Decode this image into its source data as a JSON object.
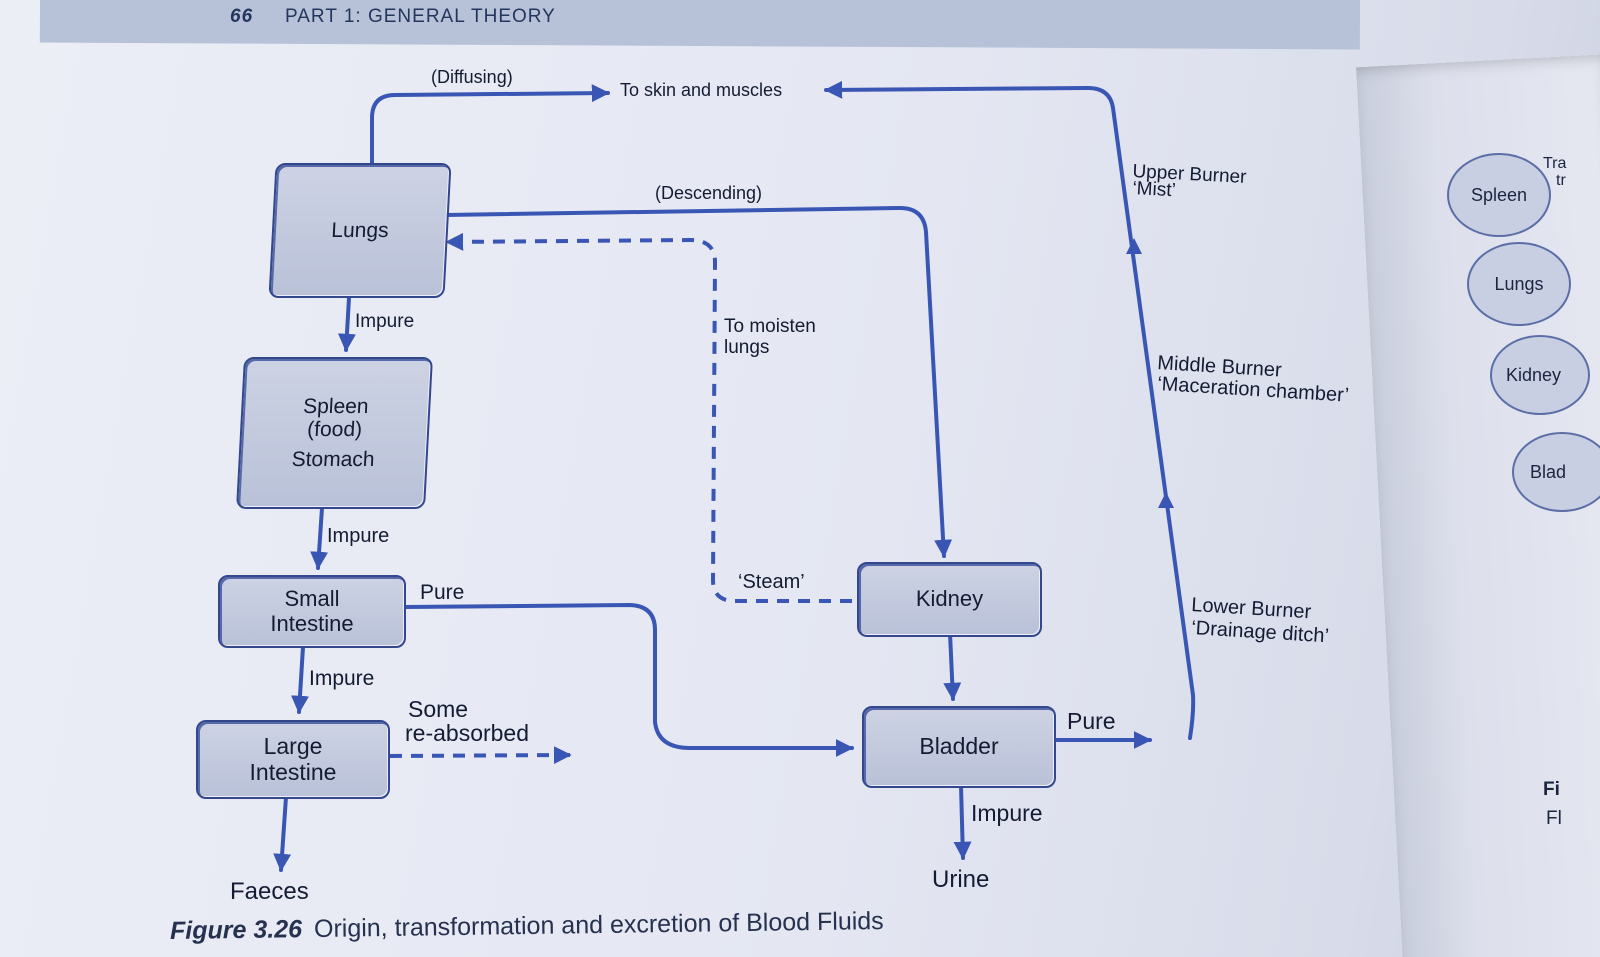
{
  "header": {
    "page_number": "66",
    "title": "PART 1: GENERAL THEORY"
  },
  "boxes": {
    "lungs": "Lungs",
    "spleen_line1": "Spleen",
    "spleen_line2": "(food)",
    "spleen_line3": "Stomach",
    "small_intestine_line1": "Small",
    "small_intestine_line2": "Intestine",
    "large_intestine_line1": "Large",
    "large_intestine_line2": "Intestine",
    "kidney": "Kidney",
    "bladder": "Bladder"
  },
  "labels": {
    "diffusing": "(Diffusing)",
    "to_skin": "To skin and muscles",
    "descending": "(Descending)",
    "upper_burner": "Upper Burner",
    "mist": "‘Mist’",
    "middle_burner": "Middle Burner",
    "maceration": "‘Maceration chamber’",
    "lower_burner": "Lower Burner",
    "drainage": "‘Drainage ditch’",
    "to_moisten_1": "To moisten",
    "to_moisten_2": "lungs",
    "steam": "‘Steam’",
    "impure_1": "Impure",
    "impure_2": "Impure",
    "impure_3": "Impure",
    "impure_4": "Impure",
    "pure_small": "Pure",
    "pure_bladder": "Pure",
    "some": "Some",
    "reabsorbed": "re-absorbed",
    "faeces": "Faeces",
    "urine": "Urine"
  },
  "caption": {
    "figure": "Figure 3.26",
    "text": "Origin, transformation and excretion of Blood Fluids"
  },
  "right_page": {
    "circles": [
      "Spleen",
      "Lungs",
      "Kidney",
      "Blad"
    ],
    "edge_text": [
      "Tra",
      "tr",
      "Fi",
      "Fl"
    ]
  },
  "colors": {
    "line": "#3a56b4",
    "box_border": "#33478c",
    "text": "#141c33"
  }
}
